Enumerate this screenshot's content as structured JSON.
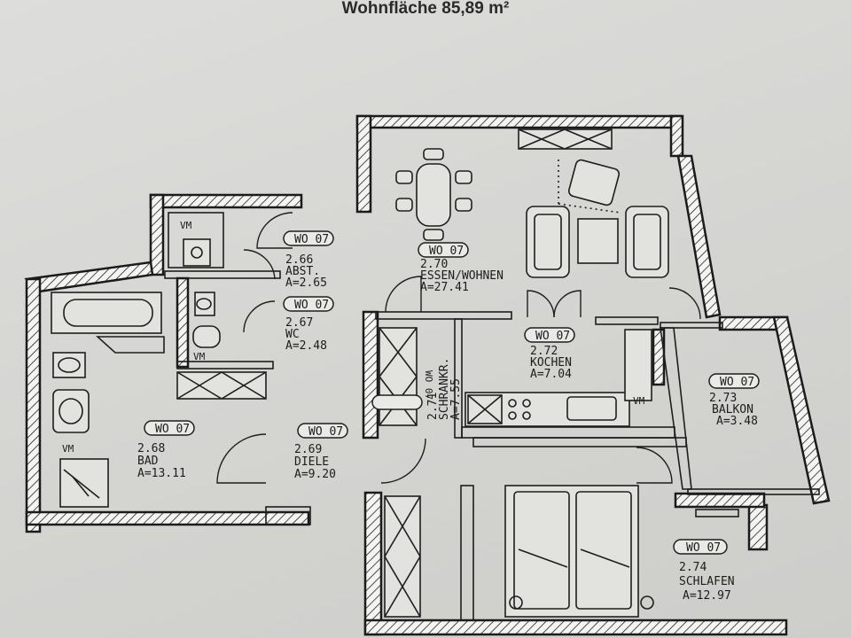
{
  "header": {
    "title": "Wohnfläche 85,89 m²"
  },
  "vm_label": "VM",
  "rooms": [
    {
      "id": "abst",
      "tag": "WO 07",
      "number": "2.66",
      "name": "ABST.",
      "area": "A=2.65"
    },
    {
      "id": "wc",
      "tag": "WO 07",
      "number": "2.67",
      "name": "WC",
      "area": "A=2.48"
    },
    {
      "id": "bad",
      "tag": "WO 07",
      "number": "2.68",
      "name": "BAD",
      "area": "A=13.11"
    },
    {
      "id": "diele",
      "tag": "WO 07",
      "number": "2.69",
      "name": "DIELE",
      "area": "A=9.20"
    },
    {
      "id": "essen",
      "tag": "WO 07",
      "number": "2.70",
      "name": "ESSEN/WOHNEN",
      "area": "A=27.41"
    },
    {
      "id": "schrank",
      "tag": "WO 07",
      "number": "2.71",
      "name": "SCHRANKR.",
      "area": "A=7.55"
    },
    {
      "id": "kochen",
      "tag": "WO 07",
      "number": "2.72",
      "name": "KOCHEN",
      "area": "A=7.04"
    },
    {
      "id": "balkon",
      "tag": "WO 07",
      "number": "2.73",
      "name": "BALKON",
      "area": "A=3.48"
    },
    {
      "id": "schlafen",
      "tag": "WO 07",
      "number": "2.74",
      "name": "SCHLAFEN",
      "area": "A=12.97"
    }
  ]
}
